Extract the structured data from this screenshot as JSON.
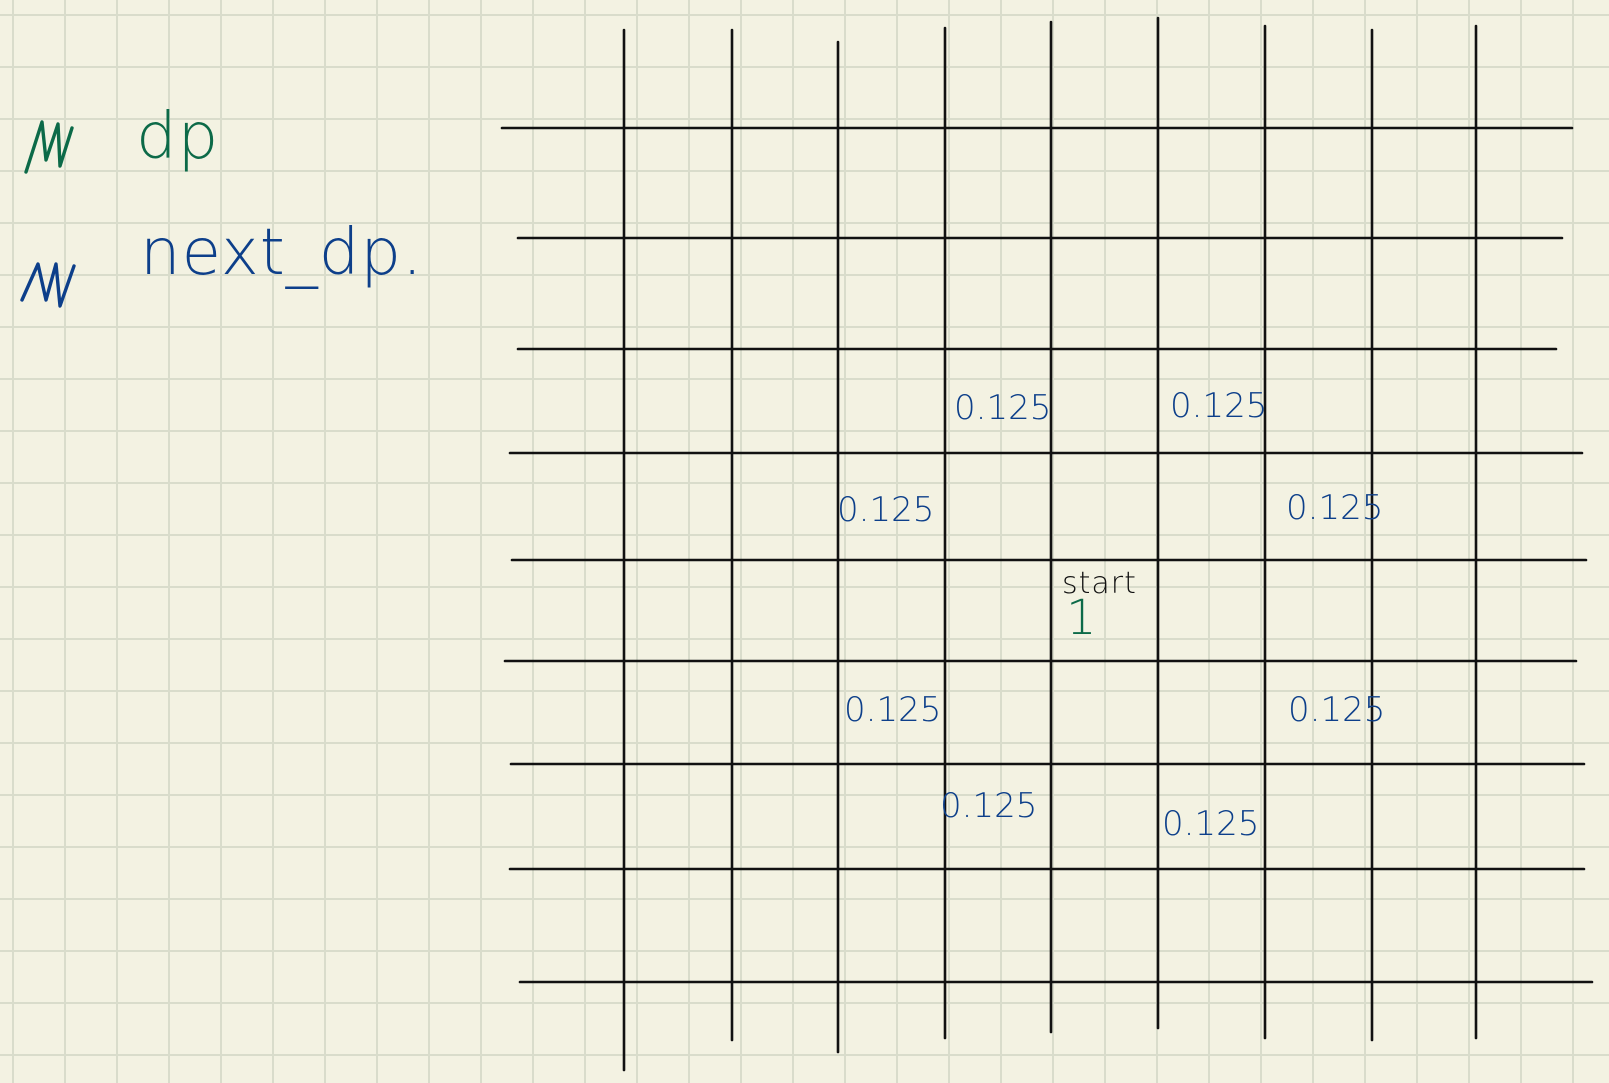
{
  "colors": {
    "paper": "#f3f2e2",
    "paper_grid": "#d9dccb",
    "ink_black": "#111111",
    "ink_green": "#0c6a48",
    "ink_blue": "#0d3f8a"
  },
  "legend": {
    "items": [
      {
        "label": "dp",
        "color": "#0c6a48"
      },
      {
        "label": "next_dp.",
        "color": "#0d3f8a"
      }
    ]
  },
  "board": {
    "start_label": "start",
    "start_value": "1",
    "cells": [
      {
        "value": "0.125"
      },
      {
        "value": "0.125"
      },
      {
        "value": "0.125"
      },
      {
        "value": "0.125"
      },
      {
        "value": "0.125"
      },
      {
        "value": "0.125"
      },
      {
        "value": "0.125"
      },
      {
        "value": "0.125"
      }
    ]
  }
}
